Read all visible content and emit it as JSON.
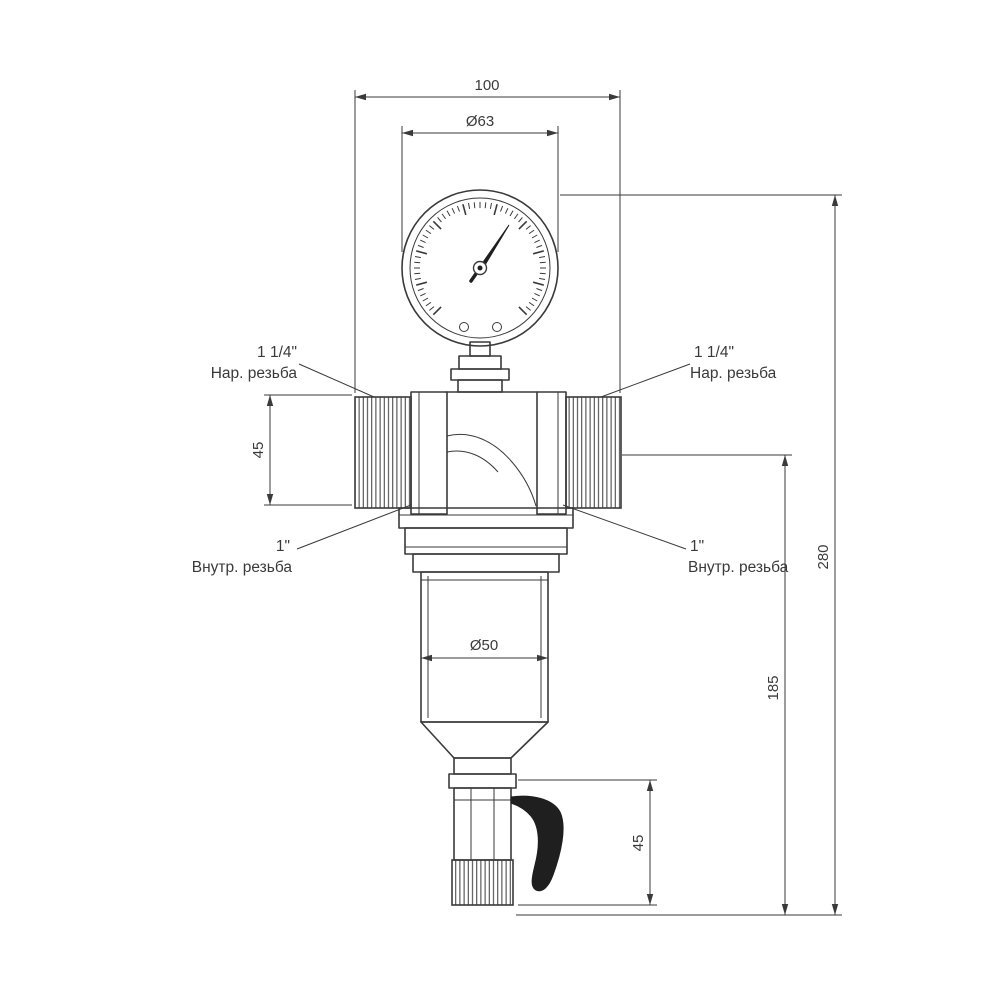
{
  "meta": {
    "drawing_type": "technical dimension drawing of water filter with pressure gauge",
    "colors": {
      "line": "#3a3a3a",
      "background": "#ffffff",
      "handle_fill": "#1f1f1f"
    }
  },
  "dimensions": {
    "top_width": "100",
    "gauge_diameter": "Ø63",
    "inlet_height": "45",
    "bowl_diameter": "Ø50",
    "drain_height": "45",
    "filter_height": "185",
    "total_height": "280"
  },
  "thread_labels": {
    "left_top": {
      "size": "1 1/4\"",
      "type": "Нар. резьба"
    },
    "right_top": {
      "size": "1 1/4\"",
      "type": "Нар. резьба"
    },
    "left_bottom": {
      "size": "1\"",
      "type": "Внутр. резьба"
    },
    "right_bottom": {
      "size": "1\"",
      "type": "Внутр. резьба"
    }
  }
}
